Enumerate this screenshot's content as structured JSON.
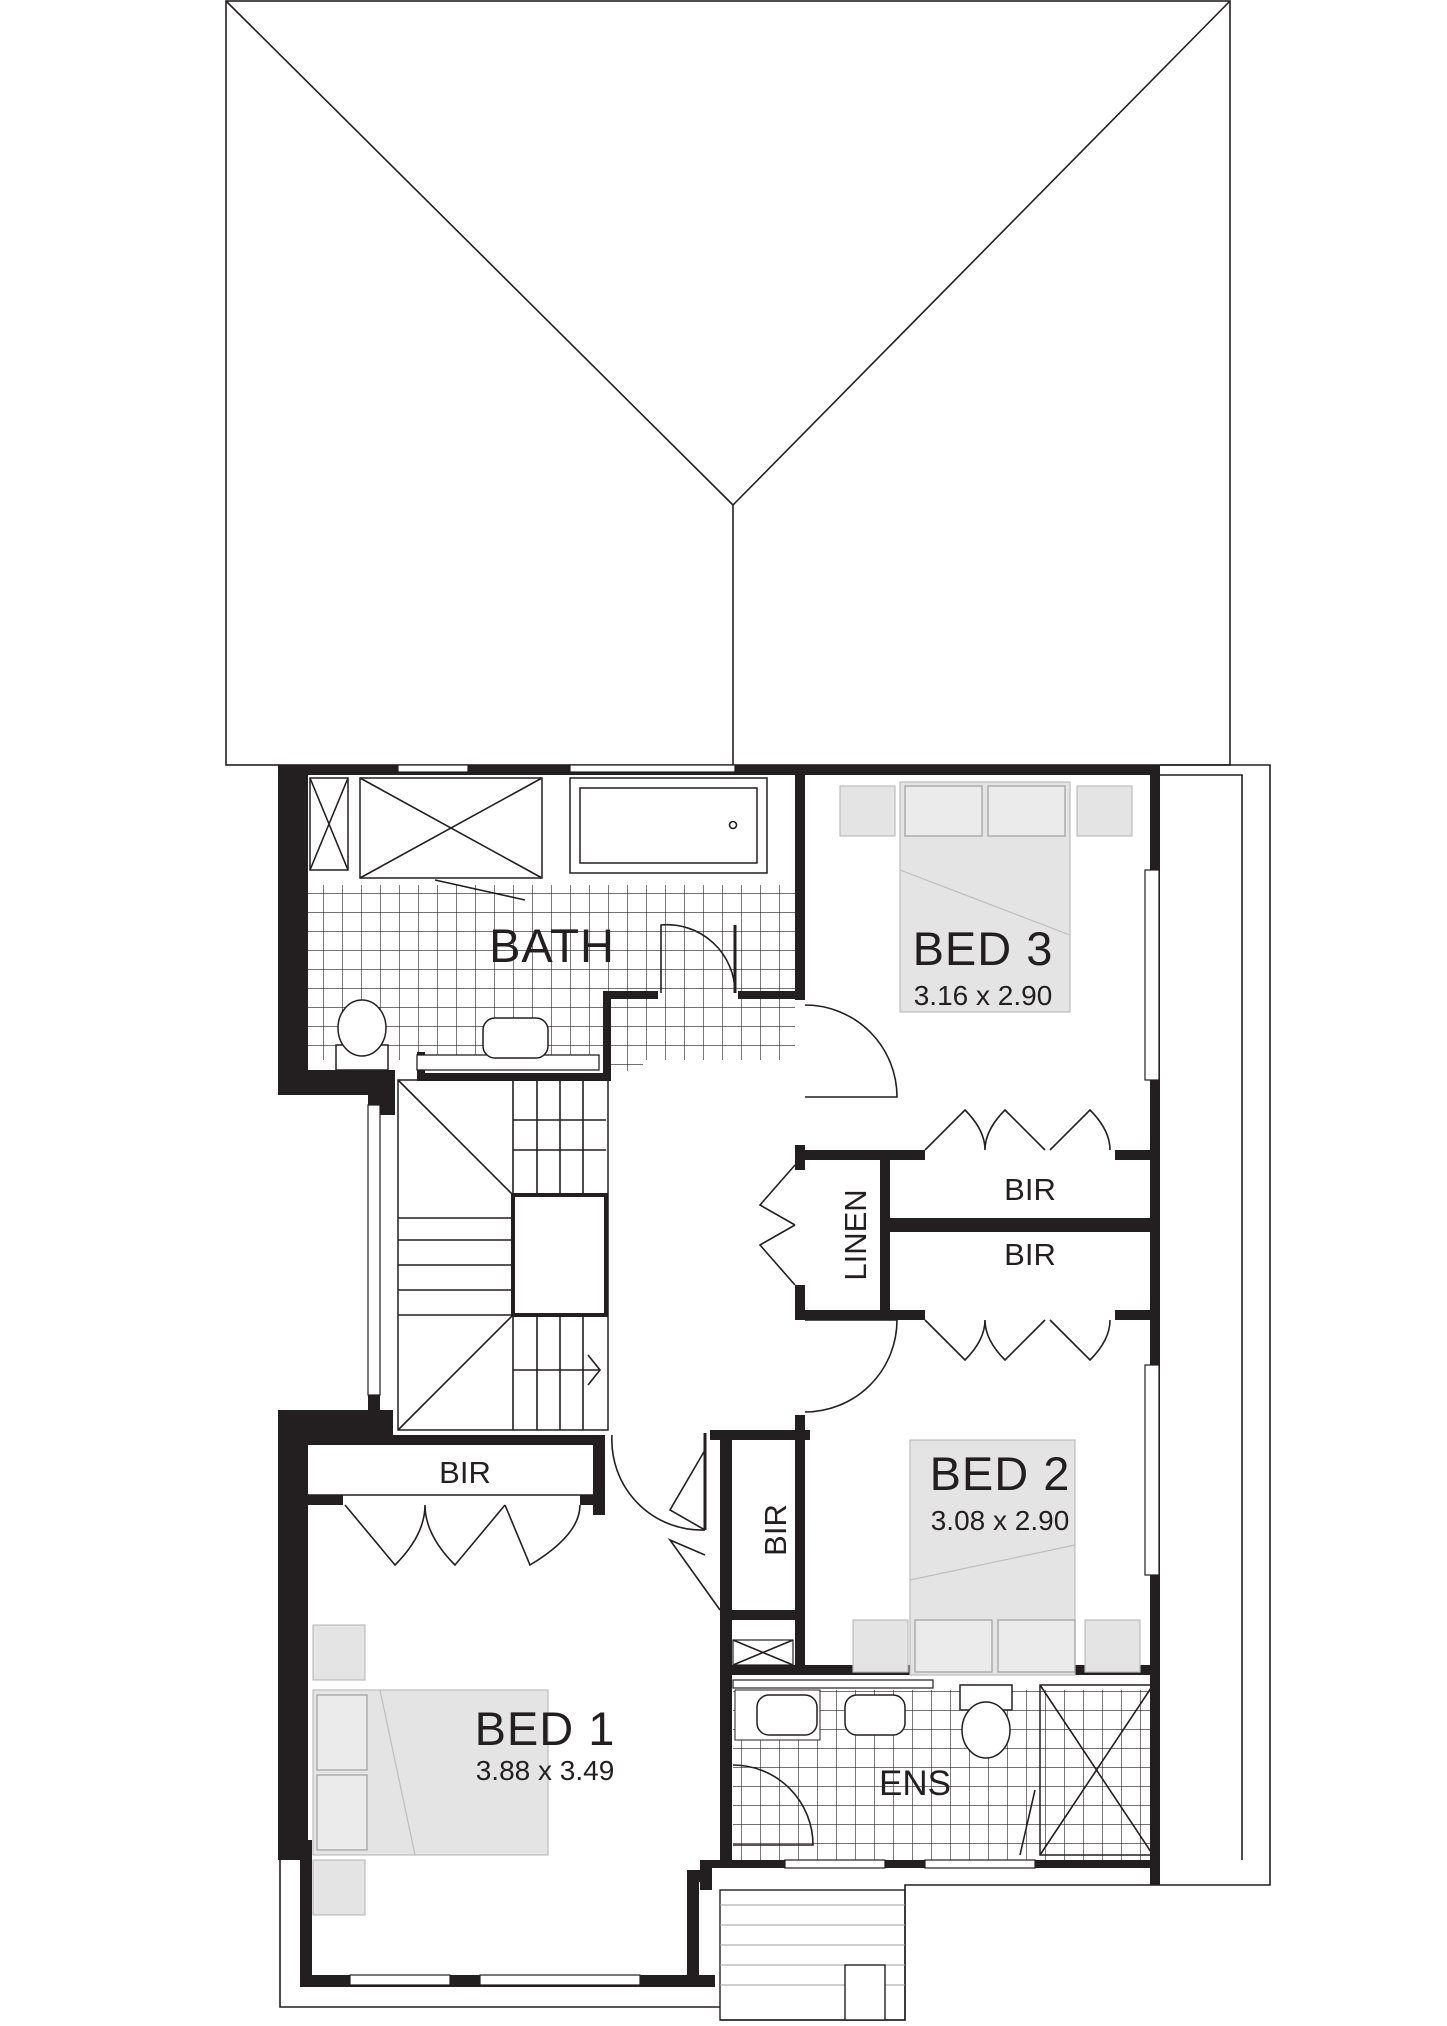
{
  "plan": {
    "rooms": {
      "bath": {
        "name": "BATH"
      },
      "bed3": {
        "name": "BED 3",
        "dimensions": "3.16 x 2.90"
      },
      "bed2": {
        "name": "BED 2",
        "dimensions": "3.08 x 2.90"
      },
      "bed1": {
        "name": "BED 1",
        "dimensions": "3.88 x 3.49"
      },
      "ens": {
        "name": "ENS"
      }
    },
    "storage": {
      "linen": "LINEN",
      "bir_bed3": "BIR",
      "bir_bed2": "BIR",
      "bir_bed1": "BIR",
      "bir_hall": "BIR"
    }
  }
}
